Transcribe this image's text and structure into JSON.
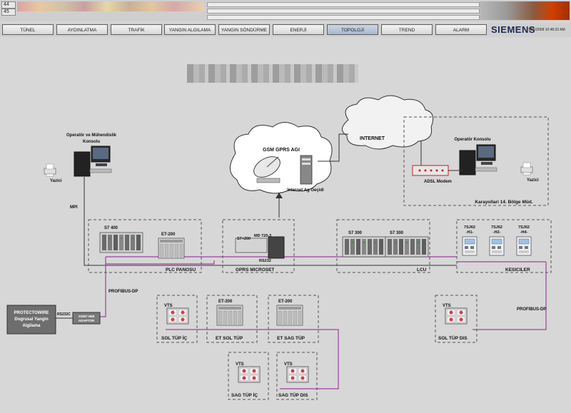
{
  "top": {
    "num1": "44",
    "num2": "45"
  },
  "nav": [
    "TÜNEL",
    "AYDINLATMA",
    "TRAFİK",
    "YANGIN ALGILAMA",
    "YANGIN SÖNDÜRME",
    "ENERJİ",
    "TOPOLOJİ",
    "TREND",
    "ALARM"
  ],
  "brand": "SIEMENS",
  "clock": "12/1/2008 10:48:32 AM",
  "diagram": {
    "cloud_gsm": "GSM GPRS AGI",
    "gateway": "Internet Ag Geçidi",
    "internet": "INTERNET",
    "op_left": [
      "Operatör ve Mühendislik",
      "Konsolu"
    ],
    "op_right": "Operatör Konsolu",
    "printer_left": "Yazici",
    "printer_right": "Yazici",
    "modem": "ADSL Modem",
    "region": "Karayollari 14. Bölge Müd.",
    "mpi": "MPI",
    "plc_s7400": "S7 400",
    "plc_et200": "ET-200",
    "plc_panel": "PLC PANOSU",
    "gprs_s7": "S7+200",
    "gprs_md": "MD 720-3",
    "gprs_rs": "RS232",
    "gprs_label": "GPRS MICROSET",
    "lcu_a": "S7 300",
    "lcu_b": "S7 300",
    "lcu_label": "LCU",
    "k1": [
      "7SJ62",
      "-H1-"
    ],
    "k2": [
      "7SJ62",
      "-H2-"
    ],
    "k3": [
      "7SJ62",
      "-H4-"
    ],
    "kesiciler": "KESICILER",
    "profibus_left": "PROFIBUS-DP",
    "profibus_right": "PROFIBUS-DP",
    "protect": [
      "PROTECTOWIRE",
      "Dogrusal Yangin",
      "Algilama"
    ],
    "rs232c": "RS232C",
    "adaptor": [
      "SSW7 HMI",
      "ADAPTOR"
    ],
    "vts": "VTS",
    "et200": "ET-200",
    "sol_tup_ic": "SOL TÜP İÇ",
    "et_sol_tup": "ET SOL TÜP",
    "et_sag_tup": "ET SAG TÜP",
    "sol_tup_dis": "SOL TÜP DIS",
    "sag_tup_ic": "SAG TÜP İÇ",
    "sag_tup_dis": "SAG TÜP DIS"
  }
}
